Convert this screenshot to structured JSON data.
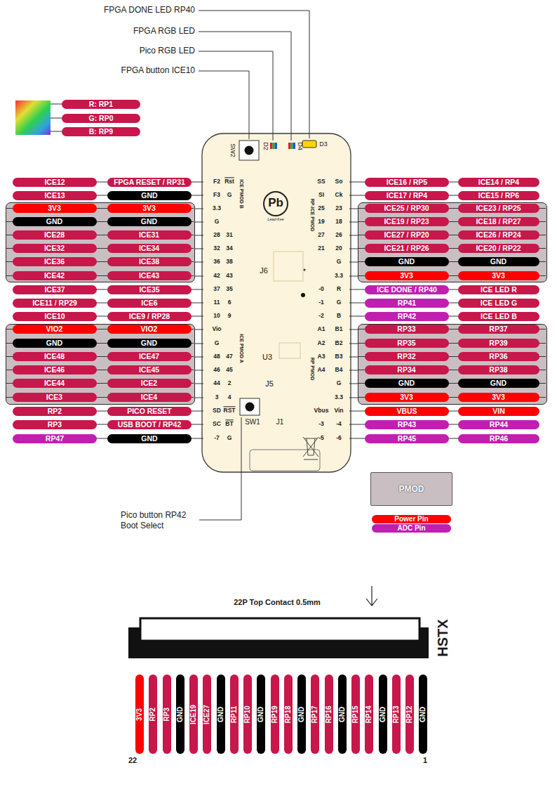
{
  "diagram": {
    "nodes": [
      {
        "text": [
          "R: RP1"
        ]
      },
      {
        "text": [
          "G: RP0"
        ]
      },
      {
        "text": [
          "B: RP9"
        ]
      },
      {
        "text": [
          "ICE12"
        ]
      },
      {
        "text": [
          "FPGA RESET / RP31"
        ]
      },
      {
        "text": [
          "ICE13"
        ]
      },
      {
        "text": [
          "GND"
        ]
      },
      {
        "text": []
      },
      {
        "text": [
          "3V3"
        ],
        "in": 7
      },
      {
        "text": [
          "3V3"
        ],
        "in": 7
      },
      {
        "text": [
          "GND"
        ],
        "in": 7
      },
      {
        "text": [
          "GND"
        ],
        "in": 7
      },
      {
        "text": [
          "ICE28"
        ],
        "in": 7
      },
      {
        "text": [
          "ICE31"
        ],
        "in": 7
      },
      {
        "text": [
          "ICE32"
        ],
        "in": 7
      },
      {
        "text": [
          "ICE34"
        ],
        "in": 7
      },
      {
        "text": [
          "ICE36"
        ],
        "in": 7
      },
      {
        "text": [
          "ICE38"
        ],
        "in": 7
      },
      {
        "text": [
          "ICE42"
        ],
        "in": 7
      },
      {
        "text": [
          "ICE43"
        ],
        "in": 7
      },
      {
        "text": [
          "ICE37"
        ]
      },
      {
        "text": [
          "ICE35"
        ]
      },
      {
        "text": [
          "ICE11 / RP29"
        ]
      },
      {
        "text": [
          "ICE6"
        ]
      },
      {
        "text": [
          "ICE10"
        ]
      },
      {
        "text": [
          "ICE9 / RP28"
        ]
      },
      {
        "text": []
      },
      {
        "text": [
          "VIO2"
        ],
        "in": 26
      },
      {
        "text": [
          "VIO2"
        ],
        "in": 26
      },
      {
        "text": [
          "GND"
        ],
        "in": 26
      },
      {
        "text": [
          "GND"
        ],
        "in": 26
      },
      {
        "text": [
          "ICE48"
        ],
        "in": 26
      },
      {
        "text": [
          "ICE47"
        ],
        "in": 26
      },
      {
        "text": [
          "ICE46"
        ],
        "in": 26
      },
      {
        "text": [
          "ICE45"
        ],
        "in": 26
      },
      {
        "text": [
          "ICE44"
        ],
        "in": 26
      },
      {
        "text": [
          "ICE2"
        ],
        "in": 26
      },
      {
        "text": [
          "ICE3"
        ],
        "in": 26
      },
      {
        "text": [
          "ICE4"
        ],
        "in": 26
      },
      {
        "text": [
          "RP2"
        ]
      },
      {
        "text": [
          "PICO RESET"
        ]
      },
      {
        "text": [
          "RP3"
        ]
      },
      {
        "text": [
          "USB BOOT / RP42"
        ]
      },
      {
        "text": [
          "RP47"
        ]
      },
      {
        "text": [
          "GND"
        ]
      },
      {
        "text": [
          "ICE16 / RP5"
        ]
      },
      {
        "text": [
          "ICE14 / RP4"
        ]
      },
      {
        "text": [
          "ICE17 / RP4"
        ]
      },
      {
        "text": [
          "ICE15 / RP6"
        ]
      },
      {
        "text": []
      },
      {
        "text": [
          "ICE25 / RP30"
        ],
        "in": 49
      },
      {
        "text": [
          "ICE23 / RP25"
        ],
        "in": 49
      },
      {
        "text": [
          "ICE19 / RP23"
        ],
        "in": 49
      },
      {
        "text": [
          "ICE18 / RP27"
        ],
        "in": 49
      },
      {
        "text": [
          "ICE27 / RP20"
        ],
        "in": 49
      },
      {
        "text": [
          "ICE26 / RP24"
        ],
        "in": 49
      },
      {
        "text": [
          "ICE21 / RP26"
        ],
        "in": 49
      },
      {
        "text": [
          "ICE20 / RP22"
        ],
        "in": 49
      },
      {
        "text": [
          "GND"
        ],
        "in": 49
      },
      {
        "text": [
          "GND"
        ],
        "in": 49
      },
      {
        "text": [
          "3V3"
        ],
        "in": 49
      },
      {
        "text": [
          "3V3"
        ],
        "in": 49
      },
      {
        "text": [
          "ICE DONE / RP40"
        ]
      },
      {
        "text": [
          "ICE LED R"
        ]
      },
      {
        "text": [
          "RP41"
        ]
      },
      {
        "text": [
          "ICE LED G"
        ]
      },
      {
        "text": [
          "RP42"
        ]
      },
      {
        "text": [
          "ICE LED B"
        ]
      },
      {
        "text": []
      },
      {
        "text": [
          "RP33"
        ],
        "in": 68
      },
      {
        "text": [
          "RP37"
        ],
        "in": 68
      },
      {
        "text": [
          "RP35"
        ],
        "in": 68
      },
      {
        "text": [
          "RP39"
        ],
        "in": 68
      },
      {
        "text": [
          "RP32"
        ],
        "in": 68
      },
      {
        "text": [
          "RP36"
        ],
        "in": 68
      },
      {
        "text": [
          "RP34"
        ],
        "in": 68
      },
      {
        "text": [
          "RP38"
        ],
        "in": 68
      },
      {
        "text": [
          "GND"
        ],
        "in": 68
      },
      {
        "text": [
          "GND"
        ],
        "in": 68
      },
      {
        "text": [
          "3V3"
        ],
        "in": 68
      },
      {
        "text": [
          "3V3"
        ],
        "in": 68
      },
      {
        "text": [
          "VBUS"
        ]
      },
      {
        "text": [
          "VIN"
        ]
      },
      {
        "text": [
          "RP43"
        ]
      },
      {
        "text": [
          "RP44"
        ]
      },
      {
        "text": [
          "RP45"
        ]
      },
      {
        "text": [
          "RP46"
        ]
      },
      {
        "text": [
          "3V3"
        ]
      },
      {
        "text": [
          "RP2"
        ]
      },
      {
        "text": [
          "RP3"
        ]
      },
      {
        "text": [
          "GND"
        ]
      },
      {
        "text": [
          "ICE19"
        ]
      },
      {
        "text": [
          "ICE27"
        ]
      },
      {
        "text": [
          "GND"
        ]
      },
      {
        "text": [
          "RP11"
        ]
      },
      {
        "text": [
          "RP10"
        ]
      },
      {
        "text": [
          "GND"
        ]
      },
      {
        "text": [
          "RP19"
        ]
      },
      {
        "text": [
          "RP18"
        ]
      },
      {
        "text": [
          "GND"
        ]
      },
      {
        "text": [
          "RP17"
        ]
      },
      {
        "text": [
          "RP16"
        ]
      },
      {
        "text": [
          "GND"
        ]
      },
      {
        "text": [
          "RP15"
        ]
      },
      {
        "text": [
          "RP14"
        ]
      },
      {
        "text": [
          "GND"
        ]
      },
      {
        "text": [
          "RP13"
        ]
      },
      {
        "text": [
          "RP12"
        ]
      },
      {
        "text": [
          "GND"
        ]
      }
    ],
    "labels": [
      "FPGA DONE LED RP40",
      "FPGA RGB LED",
      "Pico RGB LED",
      "FPGA button ICE10",
      "SW2",
      "D2",
      "D4",
      "D3",
      "F2",
      "Rst",
      "F3",
      "G",
      "3.3",
      "G",
      "28",
      "31",
      "32",
      "34",
      "36",
      "38",
      "42",
      "43",
      "37",
      "35",
      "11",
      "6",
      "10",
      "9",
      "Vio",
      "G",
      "48",
      "47",
      "46",
      "45",
      "44",
      "2",
      "3",
      "4",
      "SD",
      "RST",
      "SC",
      "BT",
      "-7",
      "G",
      "SS",
      "So",
      "SI",
      "Ck",
      "25",
      "23",
      "19",
      "18",
      "27",
      "26",
      "21",
      "20",
      "G",
      "3.3",
      "-0",
      "R",
      "-1",
      "G",
      "-2",
      "B",
      "A1",
      "B1",
      "A2",
      "B2",
      "A3",
      "B3",
      "A4",
      "B4",
      "G",
      "3.3",
      "Vbus",
      "Vin",
      "-3",
      "-4",
      "-5",
      "-6",
      "ICE PMOD B",
      "ICE PMOD A",
      "RP-ICE PMOD",
      "RP PMOD",
      "J6",
      "U3",
      "J5",
      "SW1",
      "J1",
      "Pb",
      "Lead-free",
      "Pico button RP42 Boot Select",
      "22P Top Contact 0.5mm",
      "HSTX",
      "22",
      "1"
    ],
    "legend": [
      {
        "text": "PMOD",
        "color": "#c9bfc2"
      },
      {
        "text": "Power Pin",
        "color": "#ff0000"
      },
      {
        "text": "ADC Pin",
        "color": "#c11fb0"
      }
    ]
  }
}
